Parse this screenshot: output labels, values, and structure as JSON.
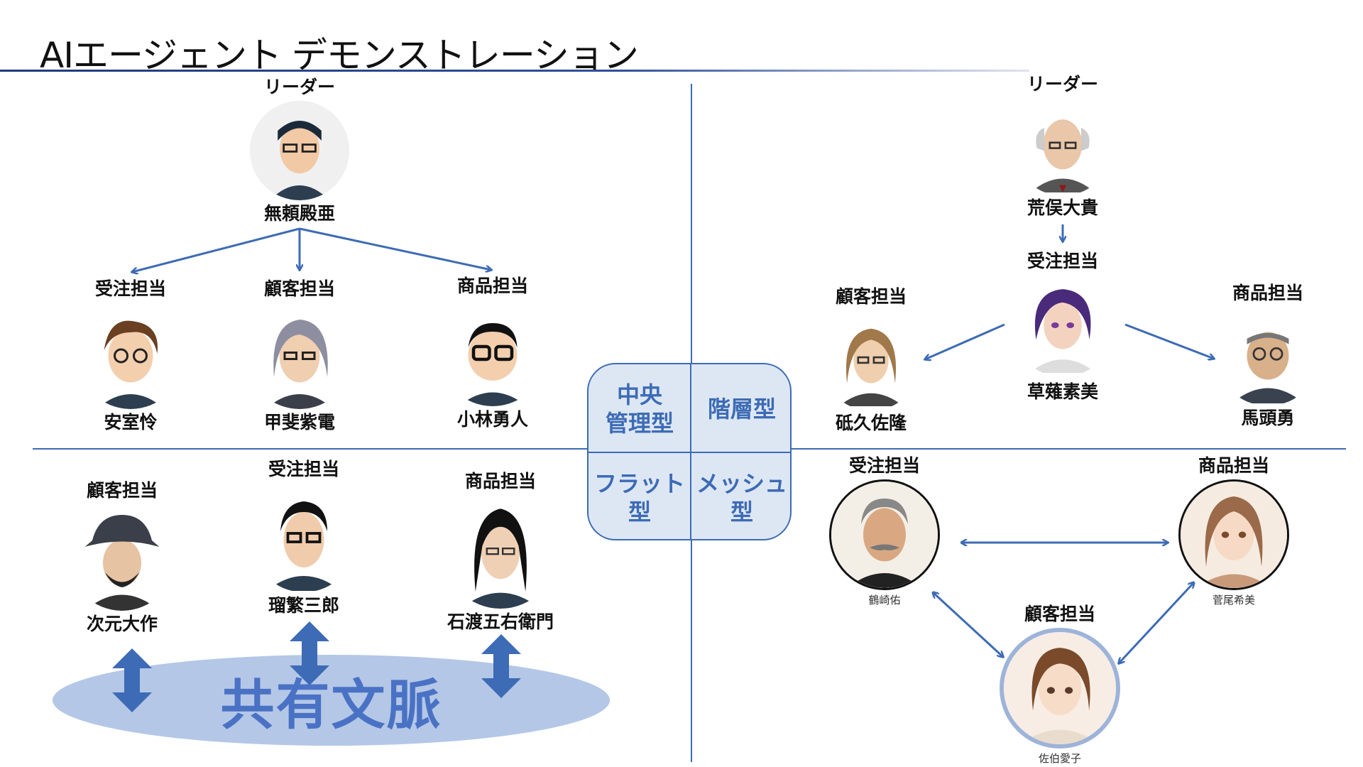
{
  "page": {
    "title": "AIエージェント デモンストレーション"
  },
  "quadrants": {
    "top_left": "中央\n管理型",
    "top_right": "階層型",
    "bottom_left": "フラット\n型",
    "bottom_right": "メッシュ\n型"
  },
  "central": {
    "leader": {
      "role": "リーダー",
      "name": "無頼殿亜"
    },
    "members": [
      {
        "role": "受注担当",
        "name": "安室怜"
      },
      {
        "role": "顧客担当",
        "name": "甲斐紫電"
      },
      {
        "role": "商品担当",
        "name": "小林勇人"
      }
    ]
  },
  "hierarchical": {
    "leader": {
      "role": "リーダー",
      "name": "荒俣大貴"
    },
    "middle": {
      "role": "受注担当",
      "name": "草薙素美"
    },
    "left": {
      "role": "顧客担当",
      "name": "砥久佐隆"
    },
    "right": {
      "role": "商品担当",
      "name": "馬頭勇"
    }
  },
  "flat": {
    "members": [
      {
        "role": "顧客担当",
        "name": "次元大作"
      },
      {
        "role": "受注担当",
        "name": "瑠繁三郎"
      },
      {
        "role": "商品担当",
        "name": "石渡五右衛門"
      }
    ],
    "shared_context": "共有文脈"
  },
  "mesh": {
    "order": {
      "role": "受注担当",
      "name": "鶴崎佑"
    },
    "product": {
      "role": "商品担当",
      "name": "菅尾希美"
    },
    "customer": {
      "role": "顧客担当",
      "name": "佐伯愛子"
    }
  },
  "colors": {
    "accent": "#3d6bb5",
    "quad_fill": "#dde7f4",
    "ellipse": "#b4c7e7",
    "ellipse_text": "#4a72c4"
  }
}
